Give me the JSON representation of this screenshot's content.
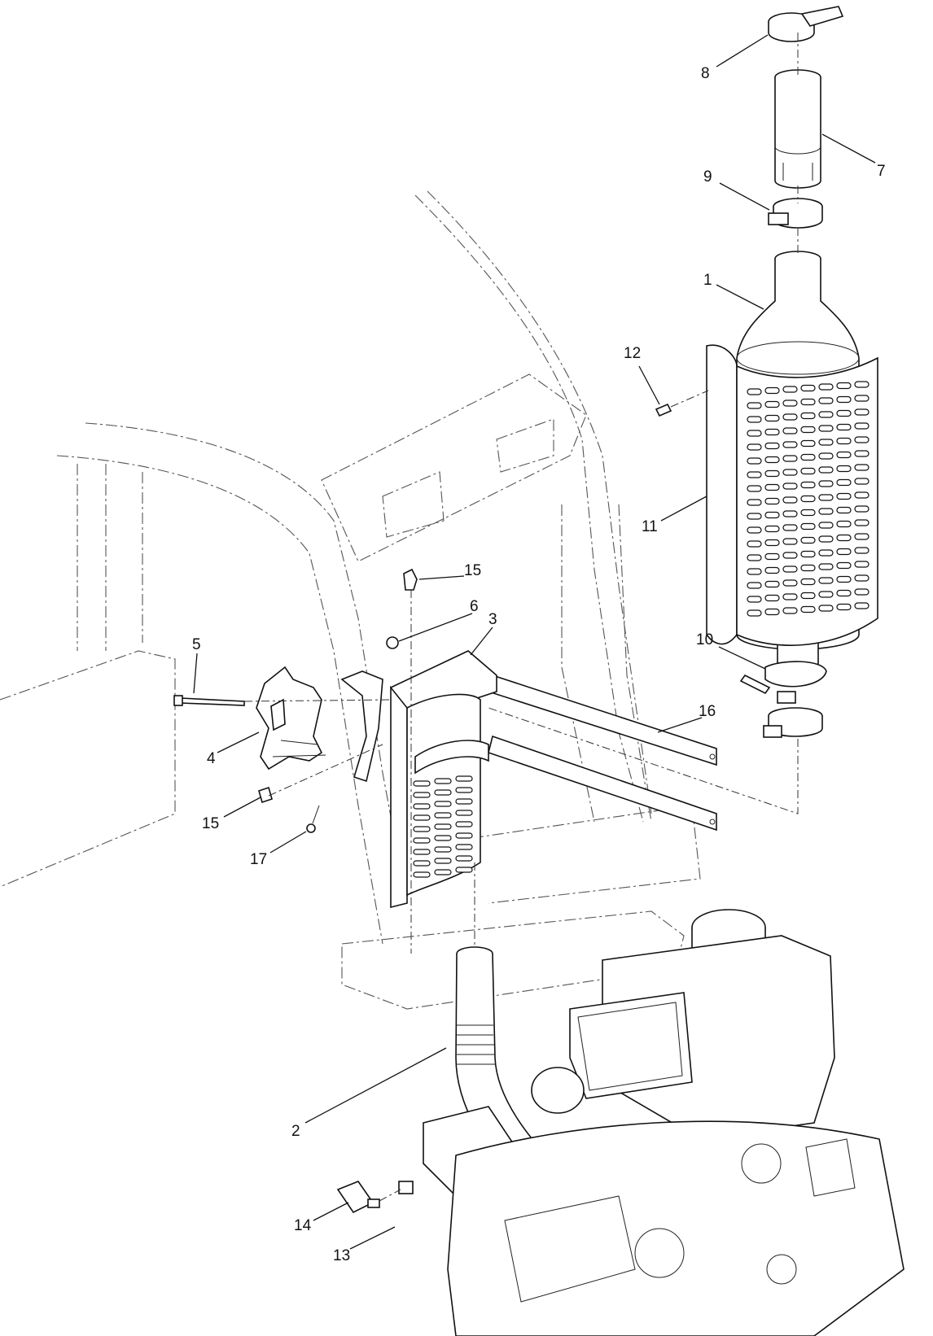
{
  "callouts": [
    {
      "id": "c8",
      "label": "8"
    },
    {
      "id": "c7",
      "label": "7"
    },
    {
      "id": "c9",
      "label": "9"
    },
    {
      "id": "c1",
      "label": "1"
    },
    {
      "id": "c12",
      "label": "12"
    },
    {
      "id": "c11",
      "label": "11"
    },
    {
      "id": "c15a",
      "label": "15"
    },
    {
      "id": "c6",
      "label": "6"
    },
    {
      "id": "c3",
      "label": "3"
    },
    {
      "id": "c5",
      "label": "5"
    },
    {
      "id": "c10",
      "label": "10"
    },
    {
      "id": "c16",
      "label": "16"
    },
    {
      "id": "c4",
      "label": "4"
    },
    {
      "id": "c15b",
      "label": "15"
    },
    {
      "id": "c17",
      "label": "17"
    },
    {
      "id": "c2",
      "label": "2"
    },
    {
      "id": "c14",
      "label": "14"
    },
    {
      "id": "c13",
      "label": "13"
    }
  ]
}
